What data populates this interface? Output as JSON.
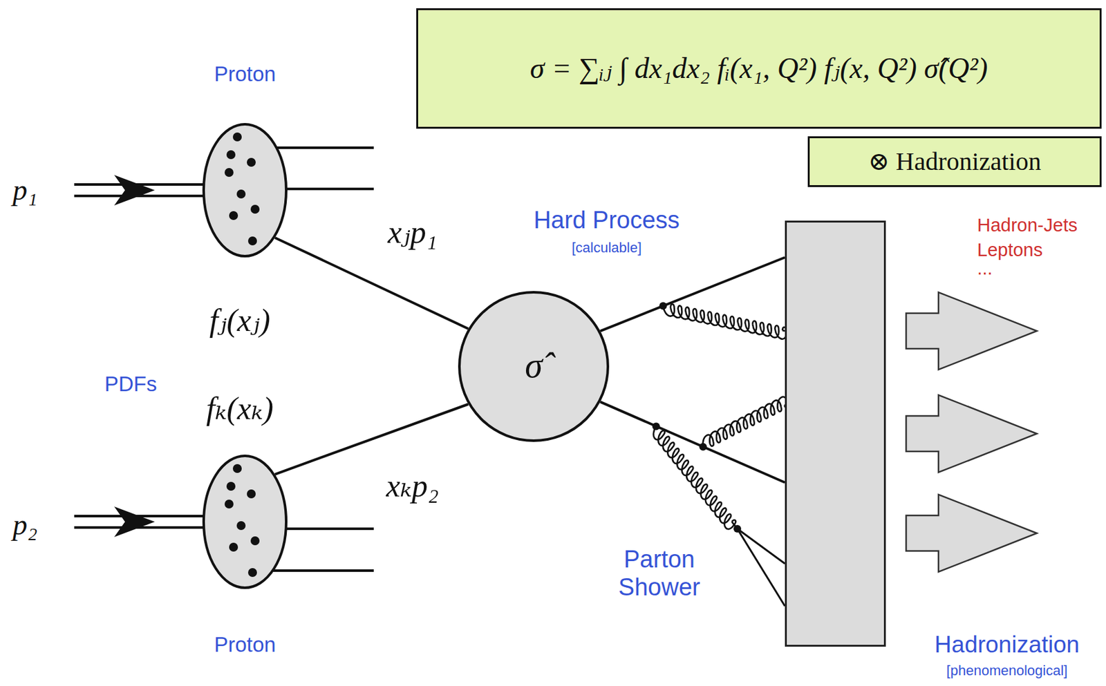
{
  "diagram": {
    "nodes": [
      {
        "text": [
          "σ = ∑ᵢⱼ ∫ dx₁dx₂ fᵢ(x₁, Q²) fⱼ(x, Q²) σ̂(Q²)"
        ]
      },
      {
        "text": [
          "⊗ Hadronization"
        ]
      },
      {
        "text": [
          "Proton"
        ]
      },
      {
        "text": [
          "Hard Process",
          "[calculable]",
          "σ̂"
        ]
      },
      {
        "text": [
          "Proton"
        ]
      },
      {
        "text": [
          "Hadronization",
          "[phenomenological]"
        ]
      }
    ],
    "edges": [
      {
        "from": 2,
        "to": 3,
        "arrow": "none"
      },
      {
        "from": 4,
        "to": 3,
        "arrow": "none"
      },
      {
        "from": 3,
        "to": 5,
        "arrow": "none"
      },
      {
        "from": 3,
        "to": 5,
        "arrow": "none"
      }
    ],
    "labels": [
      "p₁",
      "xⱼp₁",
      "fⱼ(xⱼ)",
      "PDFs",
      "fₖ(xₖ)",
      "xₖp₂",
      "p₂",
      "Hadron-Jets",
      "Leptons",
      "...",
      "Parton Shower"
    ]
  }
}
